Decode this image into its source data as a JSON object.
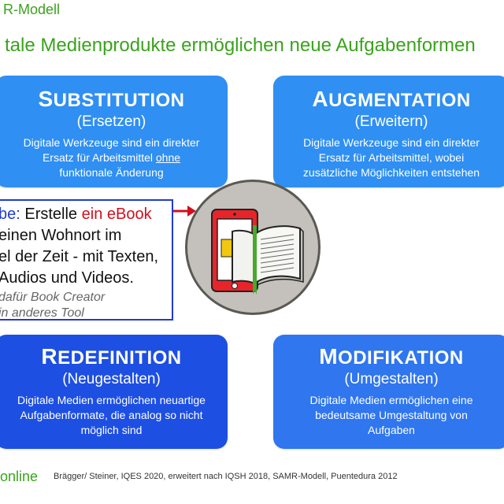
{
  "header": {
    "subtitle": "R-Modell",
    "title": "tale Medienprodukte ermöglichen neue Aufgabenformen"
  },
  "cards": {
    "substitution": {
      "title_first": "S",
      "title_rest": "UBSTITUTION",
      "subtitle": "(Ersetzen)",
      "desc_line1": "Digitale Werkzeuge sind ein direkter",
      "desc_line2_pre": "Ersatz für Arbeitsmittel ",
      "desc_line2_underlined": "ohne",
      "desc_line3": "funktionale Änderung"
    },
    "augmentation": {
      "title_first": "A",
      "title_rest": "UGMENTATION",
      "subtitle": "(Erweitern)",
      "desc_line1": "Digitale Werkzeuge sind ein direkter",
      "desc_line2": "Ersatz für Arbeitsmittel, wobei",
      "desc_line3": "zusätzliche Möglichkeiten entstehen"
    },
    "redefinition": {
      "title_first": "R",
      "title_rest": "EDEFINITION",
      "subtitle": "(Neugestalten)",
      "desc_line1": "Digitale Medien ermöglichen neuartige",
      "desc_line2": "Aufgabenformate, die analog so nicht",
      "desc_line3": "möglich sind"
    },
    "modifikation": {
      "title_first": "M",
      "title_rest": "ODIFIKATION",
      "subtitle": "(Umgestalten)",
      "desc_line1": "Digitale Medien ermöglichen eine",
      "desc_line2": "bedeutsame Umgestaltung von",
      "desc_line3": "Aufgaben"
    }
  },
  "task": {
    "label": "be:",
    "line1_text": " Erstelle ",
    "line1_highlight": "ein eBook",
    "line2": "einen Wohnort im",
    "line3": "el der Zeit - mit Texten,",
    "line4": "Audios und Videos.",
    "note1": "dafür Book Creator",
    "note2": "in anderes Tool"
  },
  "colors": {
    "accent_green": "#3aa31c",
    "card_light_blue": "#2f8ff2",
    "card_dark_blue": "#1d4fe3",
    "card_mid_blue": "#2f76ef",
    "task_border": "#1f3bd1",
    "arrow_red": "#d0101c"
  },
  "footer": {
    "brand": "online",
    "credit": "Brägger/ Steiner, IQES 2020, erweitert nach IQSH 2018, SAMR-Modell, Puentedura 2012"
  }
}
